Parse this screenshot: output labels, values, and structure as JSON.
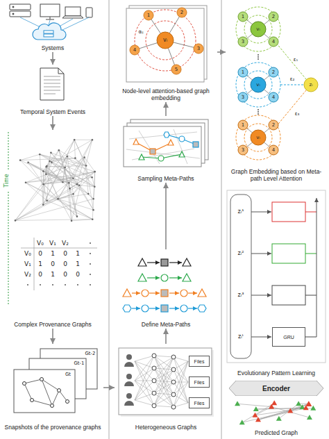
{
  "diagram": {
    "nodes": [
      {
        "text": [
          "Systems"
        ]
      },
      {
        "text": [
          "Temporal System Events"
        ]
      },
      {
        "text": [
          "Complex Provenance Graphs"
        ]
      },
      {
        "text": [
          "Snapshots of the provenance graphs"
        ]
      },
      {
        "text": [
          "Heterogeneous Graphs"
        ]
      },
      {
        "text": [
          "Define Meta-Paths"
        ]
      },
      {
        "text": [
          "Sampling Meta-Paths"
        ]
      },
      {
        "text": [
          "Node-level attention-based graph embedding"
        ]
      },
      {
        "text": [
          "Graph Embedding based on Meta-path Level Attention"
        ]
      },
      {
        "text": [
          "Evolutionary Pattern Learning"
        ]
      },
      {
        "text": [
          "Encoder"
        ]
      },
      {
        "text": [
          "Predicted Graph"
        ]
      },
      {
        "text": [
          "Files"
        ],
        "in": 4
      },
      {
        "text": [
          "Files"
        ],
        "in": 4
      },
      {
        "text": [
          "Files"
        ],
        "in": 4
      },
      {
        "text": [
          "GRU"
        ],
        "in": 9
      }
    ],
    "edges": [
      {
        "from": 0,
        "to": 1,
        "arrow": "to"
      },
      {
        "from": 1,
        "to": 2,
        "arrow": "to"
      },
      {
        "from": 2,
        "to": 3,
        "arrow": "to"
      },
      {
        "from": 3,
        "to": 4,
        "arrow": "to"
      },
      {
        "from": 4,
        "to": 5,
        "arrow": "to"
      },
      {
        "from": 5,
        "to": 6,
        "arrow": "to"
      },
      {
        "from": 6,
        "to": 7,
        "arrow": "to"
      },
      {
        "from": 7,
        "to": 8,
        "arrow": "to"
      }
    ],
    "labels": [
      "Time",
      "V₀",
      "V₁",
      "V₂",
      "V₀",
      "0",
      "1",
      "0",
      "1",
      "V₁",
      "1",
      "0",
      "0",
      "1",
      "V₂",
      "0",
      "1",
      "0",
      "0",
      "Gt-2",
      "Gt-1",
      "Gt",
      "vᵢ",
      "1",
      "2",
      "3",
      "4",
      "5",
      "αᵢⱼ",
      "vᵢ",
      "1",
      "2",
      "3",
      "4",
      "vᵢ",
      "1",
      "2",
      "3",
      "4",
      "vᵢ",
      "1",
      "2",
      "3",
      "4",
      "zᵢ",
      "ε₁",
      "ε₂",
      "ε₃",
      "zᵢ¹",
      "zᵢ²",
      "zᵢ³",
      "zᵢᵗ"
    ]
  }
}
